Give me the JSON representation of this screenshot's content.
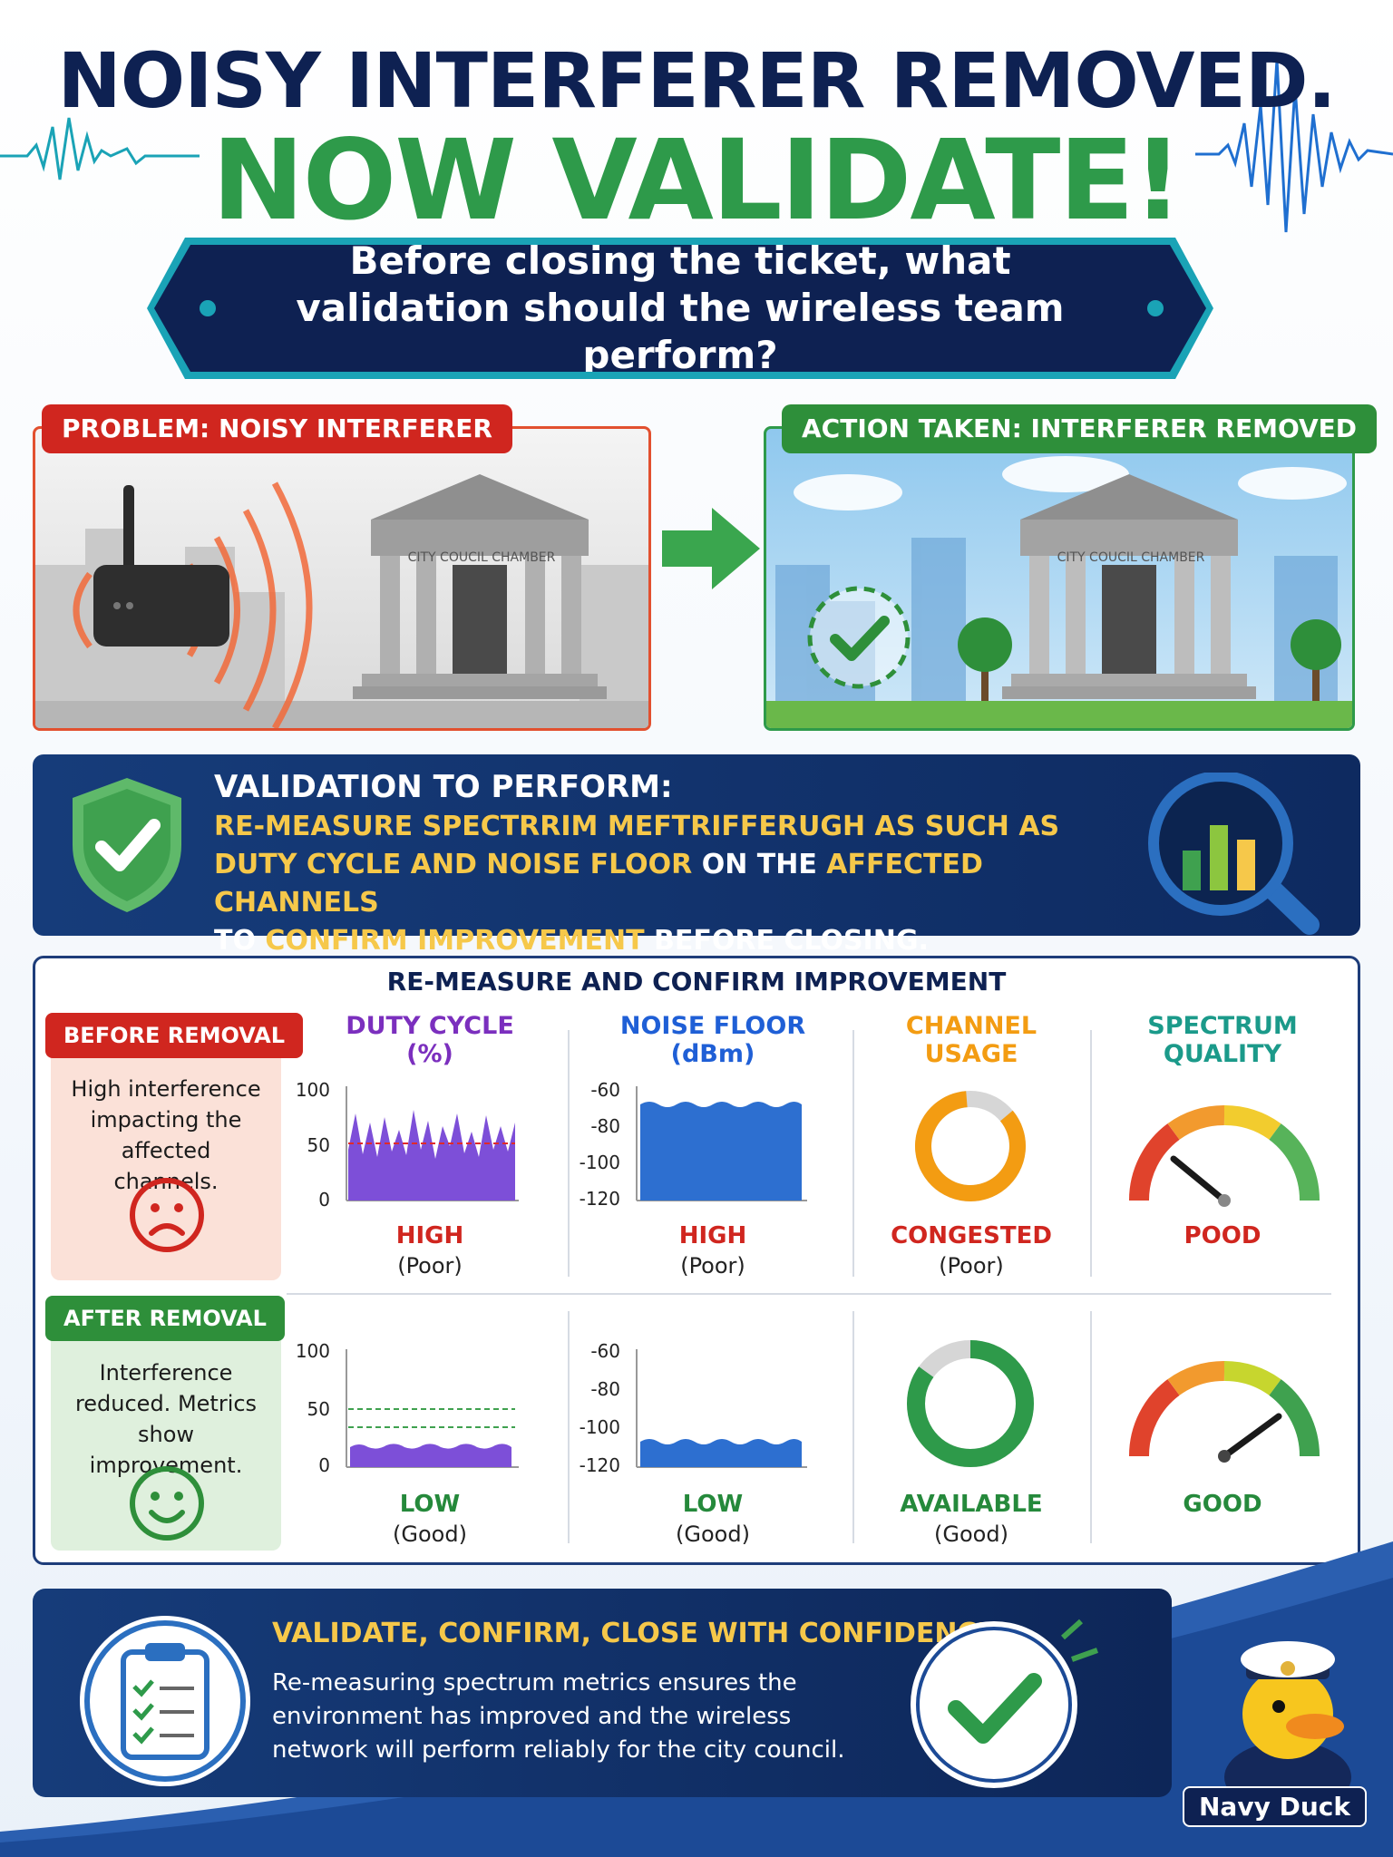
{
  "header": {
    "title_line1": "NOISY INTERFERER REMOVED.",
    "title_line2": "NOW VALIDATE!",
    "question": "Before closing the ticket, what validation should the wireless team perform?"
  },
  "problem": {
    "label": "PROBLEM: NOISY INTERFERER",
    "building_sign": "CITY COUCIL CHAMBER"
  },
  "action": {
    "label": "ACTION TAKEN: INTERFERER REMOVED",
    "building_sign": "CITY COUCIL CHAMBER"
  },
  "validation": {
    "heading": "VALIDATION TO PERFORM:",
    "line1": "RE-MEASURE SPECTRRIM MEFTRIFFERUGH AS SUCH AS",
    "line2_a": "DUTY CYCLE AND NOISE FLOOR",
    "line2_b": " ON THE ",
    "line2_c": "AFFECTED CHANNELS",
    "line3_a": "TO ",
    "line3_b": "CONFIRM IMPROVEMENT",
    "line3_c": " BEFORE CLOSING."
  },
  "metrics": {
    "title": "RE-MEASURE AND CONFIRM IMPROVEMENT",
    "before": {
      "tag": "BEFORE REMOVAL",
      "text": "High interference impacting the affected channels.",
      "face": "sad-face-icon"
    },
    "after": {
      "tag": "AFTER REMOVAL",
      "text": "Interference reduced. Metrics show improvement.",
      "face": "happy-face-icon"
    },
    "columns": {
      "duty": {
        "line1": "DUTY CYCLE",
        "line2": "(%)",
        "color": "#7b2fbe"
      },
      "noise": {
        "line1": "NOISE FLOOR",
        "line2": "(dBm)",
        "color": "#1f5fd6"
      },
      "channel": {
        "line1": "CHANNEL",
        "line2": "USAGE",
        "color": "#f39c12"
      },
      "quality": {
        "line1": "SPECTRUM",
        "line2": "QUALITY",
        "color": "#1b9a8a"
      }
    },
    "duty_axis": [
      "100",
      "50",
      "0"
    ],
    "noise_axis": [
      "-60",
      "-80",
      "-100",
      "-120"
    ],
    "before_status": {
      "duty": "HIGH",
      "duty_sub": "(Poor)",
      "noise": "HIGH",
      "noise_sub": "(Poor)",
      "channel": "CONGESTED",
      "channel_sub": "(Poor)",
      "quality": "POOD"
    },
    "after_status": {
      "duty": "LOW",
      "duty_sub": "(Good)",
      "noise": "LOW",
      "noise_sub": "(Good)",
      "channel": "AVAILABLE",
      "channel_sub": "(Good)",
      "quality": "GOOD"
    },
    "colors": {
      "poor": "#d0261f",
      "good": "#25893b"
    }
  },
  "bottom": {
    "heading": "VALIDATE, CONFIRM, CLOSE WITH CONFIDENCE",
    "text": "Re-measuring spectrum metrics ensures the environment has improved and the wireless network will perform reliably for the city council.",
    "brand": "Navy Duck"
  }
}
